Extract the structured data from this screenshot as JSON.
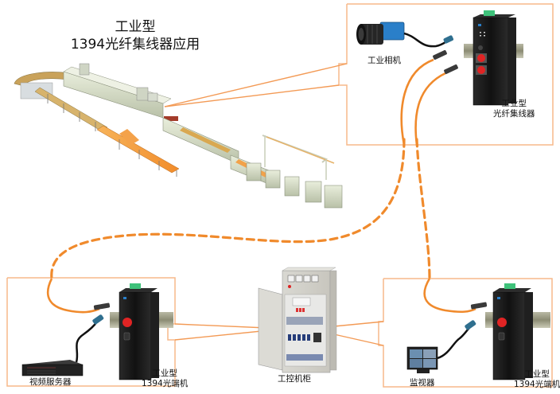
{
  "title": {
    "line1": "工业型",
    "line2": "1394光纤集线器应用"
  },
  "colors": {
    "frame": "#f7b98a",
    "fiber": "#f08a2c",
    "callout": "#f39a55",
    "device_body": "#1b1b1b",
    "terminal_green": "#3ec27a",
    "fiber_port_red": "#e02424",
    "camera_blue": "#2a7fc9"
  },
  "top_right_panel": {
    "camera_label": "工业相机",
    "hub_label_line1": "工业型",
    "hub_label_line2": "光纤集线器"
  },
  "bottom_left_panel": {
    "server_label": "视频服务器",
    "device_label_line1": "工业型",
    "device_label_line2": "1394光端机"
  },
  "bottom_right_panel": {
    "monitor_label": "监视器",
    "device_label_line1": "工业型",
    "device_label_line2": "1394光端机"
  },
  "center": {
    "cabinet_label": "工控机柜"
  },
  "production_line": {
    "name": "production-line"
  }
}
